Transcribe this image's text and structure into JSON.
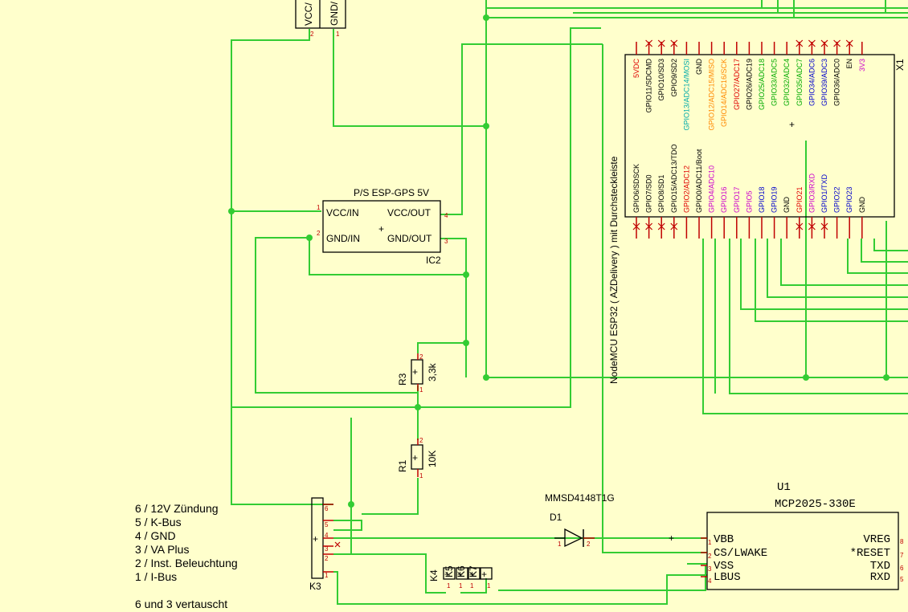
{
  "connector_top": {
    "pins": [
      "VCC/",
      "GND/"
    ],
    "pin_numbers": [
      "2",
      "1"
    ]
  },
  "ic2": {
    "title": "P/S ESP-GPS 5V",
    "ref": "IC2",
    "pins": {
      "vcc_in": "VCC/IN",
      "vcc_out": "VCC/OUT",
      "gnd_in": "GND/IN",
      "gnd_out": "GND/OUT"
    },
    "pin_numbers": {
      "vcc_in": "1",
      "vcc_out": "4",
      "gnd_in": "2",
      "gnd_out": "3"
    }
  },
  "esp32": {
    "ref": "X1",
    "title": "NodeMCU ESP32 ( AZDelivery ) mit Durchsteckleiste",
    "top_pins": [
      {
        "label": "5VDC",
        "color": "#e00000"
      },
      {
        "label": "GPIO11/SDCMD",
        "color": "#000000"
      },
      {
        "label": "GPIO10/SD3",
        "color": "#000000"
      },
      {
        "label": "GPIO9/SD2",
        "color": "#000000"
      },
      {
        "label": "GPIO13/ADC14/MOSI",
        "color": "#00aaaa"
      },
      {
        "label": "GND",
        "color": "#000000"
      },
      {
        "label": "GPIO12/ADC15/MISO",
        "color": "#ff8800"
      },
      {
        "label": "GPIO14/ADC16/SCK",
        "color": "#ff8800"
      },
      {
        "label": "GPIO27/ADC17",
        "color": "#e00000"
      },
      {
        "label": "GPIO26/ADC19",
        "color": "#000000"
      },
      {
        "label": "GPIO25/ADC18",
        "color": "#00aa00"
      },
      {
        "label": "GPIO33/ADC5",
        "color": "#00aa00"
      },
      {
        "label": "GPIO32/ADC4",
        "color": "#00aa00"
      },
      {
        "label": "GPIO35/ADC7",
        "color": "#00aa00"
      },
      {
        "label": "GPIO34/ADC6",
        "color": "#0000cc"
      },
      {
        "label": "GPIO39/ADC3",
        "color": "#0000cc"
      },
      {
        "label": "GPIO36/ADC0",
        "color": "#000000"
      },
      {
        "label": "EN",
        "color": "#000000"
      },
      {
        "label": "3V3",
        "color": "#cc00cc"
      }
    ],
    "bottom_pins": [
      {
        "label": "GPIO6/SDSCK",
        "color": "#000000"
      },
      {
        "label": "GPIO7/SD0",
        "color": "#000000"
      },
      {
        "label": "GPIO8/SD1",
        "color": "#000000"
      },
      {
        "label": "GPIO15/ADC13/TDO",
        "color": "#000000"
      },
      {
        "label": "GPIO2/ADC12",
        "color": "#e00000"
      },
      {
        "label": "GPIO0/ADC11/Boot",
        "color": "#000000"
      },
      {
        "label": "GPIO4/ADC10",
        "color": "#cc00cc"
      },
      {
        "label": "GPIO16",
        "color": "#cc00cc"
      },
      {
        "label": "GPIO17",
        "color": "#cc00cc"
      },
      {
        "label": "GPIO5",
        "color": "#cc00cc"
      },
      {
        "label": "GPIO18",
        "color": "#0000cc"
      },
      {
        "label": "GPIO19",
        "color": "#0000cc"
      },
      {
        "label": "GND",
        "color": "#000000"
      },
      {
        "label": "GPIO21",
        "color": "#e00000"
      },
      {
        "label": "GPIO3/RXD",
        "color": "#cc00cc"
      },
      {
        "label": "GPIO1/TXD",
        "color": "#0000cc"
      },
      {
        "label": "GPIO22",
        "color": "#0000cc"
      },
      {
        "label": "GPIO23",
        "color": "#0000cc"
      },
      {
        "label": "GND",
        "color": "#000000"
      }
    ]
  },
  "r3": {
    "ref": "R3",
    "value": "3,3k",
    "pin_top": "2",
    "pin_bottom": "1"
  },
  "r1": {
    "ref": "R1",
    "value": "10K",
    "pin_top": "2",
    "pin_bottom": "1"
  },
  "d1": {
    "part": "MMSD4148T1G",
    "ref": "D1",
    "pin_a": "1",
    "pin_k": "2"
  },
  "u1": {
    "ref": "U1",
    "part": "MCP2025-330E",
    "left_pins": [
      "VBB",
      "CS/LWAKE",
      "VSS",
      "LBUS"
    ],
    "left_numbers": [
      "1",
      "2",
      "3",
      "4"
    ],
    "right_pins": [
      "VREG",
      "*RESET",
      "TXD",
      "RXD"
    ],
    "right_numbers": [
      "8",
      "7",
      "6",
      "5"
    ]
  },
  "k3": {
    "ref": "K3",
    "pin_numbers": [
      "6",
      "5",
      "4",
      "3",
      "2",
      "1"
    ]
  },
  "k4": {
    "refs": [
      "K4",
      "K5",
      "K6",
      "K7"
    ],
    "pin_number": "1"
  },
  "legend": {
    "lines": [
      "6 / 12V Zündung",
      "5 /  K-Bus",
      "4 /  GND",
      "3 / VA Plus",
      "2 /  Inst. Beleuchtung",
      "1 /  I-Bus"
    ],
    "note": "6 und 3 vertauscht"
  },
  "colors": {
    "wire": "#33cc33",
    "pin": "#c00000",
    "background": "#ffffcc"
  }
}
